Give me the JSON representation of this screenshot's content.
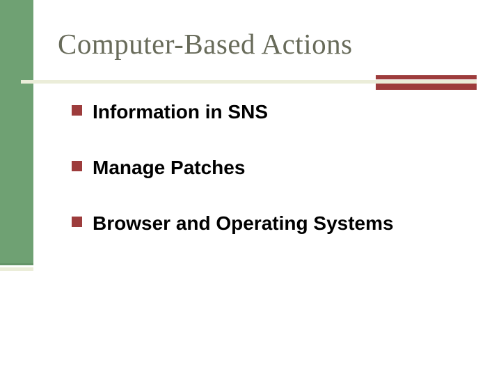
{
  "slide": {
    "title": "Computer-Based Actions",
    "bullets": [
      {
        "label": "Information in SNS"
      },
      {
        "label": "Manage Patches"
      },
      {
        "label": "Browser and Operating Systems"
      }
    ]
  },
  "icons": {
    "bullet": "filled-square"
  },
  "colors": {
    "accent_green": "#6FA173",
    "accent_green_edge": "#649468",
    "accent_red": "#9D3C3C",
    "rule_cream": "#EBEDD9",
    "title_text": "#686B5A",
    "body_text": "#000000",
    "background": "#FFFFFF"
  }
}
